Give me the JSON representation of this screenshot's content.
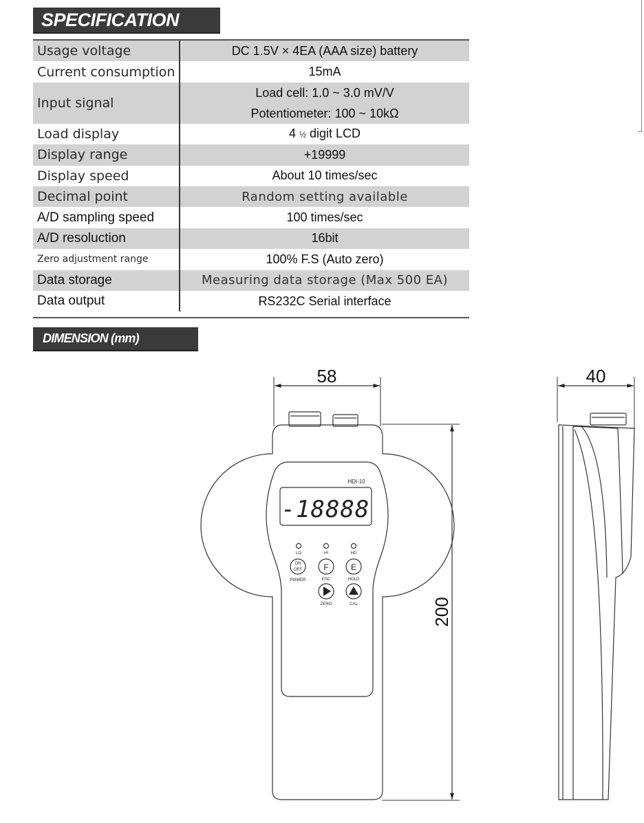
{
  "spec": {
    "title": "SPECIFICATION",
    "rows": [
      {
        "label": "Usage voltage",
        "value": "DC 1.5V × 4EA (AAA size) battery"
      },
      {
        "label": "Current consumption",
        "value": "15mA"
      },
      {
        "label": "Input signal",
        "value_line1": "Load cell: 1.0 ~ 3.0 mV/V",
        "value_line2": "Potentiometer: 100 ~ 10kΩ"
      },
      {
        "label": "Load display",
        "value_pre": "4 ",
        "value_frac": "½",
        "value_post": " digit LCD"
      },
      {
        "label": "Display range",
        "value": "+19999"
      },
      {
        "label": "Display speed",
        "value": "About 10 times/sec"
      },
      {
        "label": "Decimal point",
        "value": "Random setting available"
      },
      {
        "label": "A/D sampling speed",
        "value": "100 times/sec"
      },
      {
        "label": "A/D resoluction",
        "value": "16bit"
      },
      {
        "label": "Zero adjustment range",
        "value": "100% F.S (Auto zero)"
      },
      {
        "label": "Data storage",
        "value": "Measuring data storage (Max 500 EA)"
      },
      {
        "label": "Data output",
        "value": "RS232C Serial interface"
      }
    ]
  },
  "dimension": {
    "title": "DIMENSION (mm)",
    "width_label": "58",
    "height_label": "200",
    "depth_label": "40"
  },
  "device": {
    "model": "HDI-10",
    "display_text": "-18888",
    "led_labels": [
      "LO",
      "HI",
      "HD"
    ],
    "on_off_top": "ON",
    "on_off_bottom": "OFF",
    "power_label": "POWER",
    "f_key": "F",
    "esc_label": "ESC",
    "e_key": "E",
    "hold_label": "HOLD",
    "zero_label": "ZERO",
    "cal_label": "CAL"
  }
}
